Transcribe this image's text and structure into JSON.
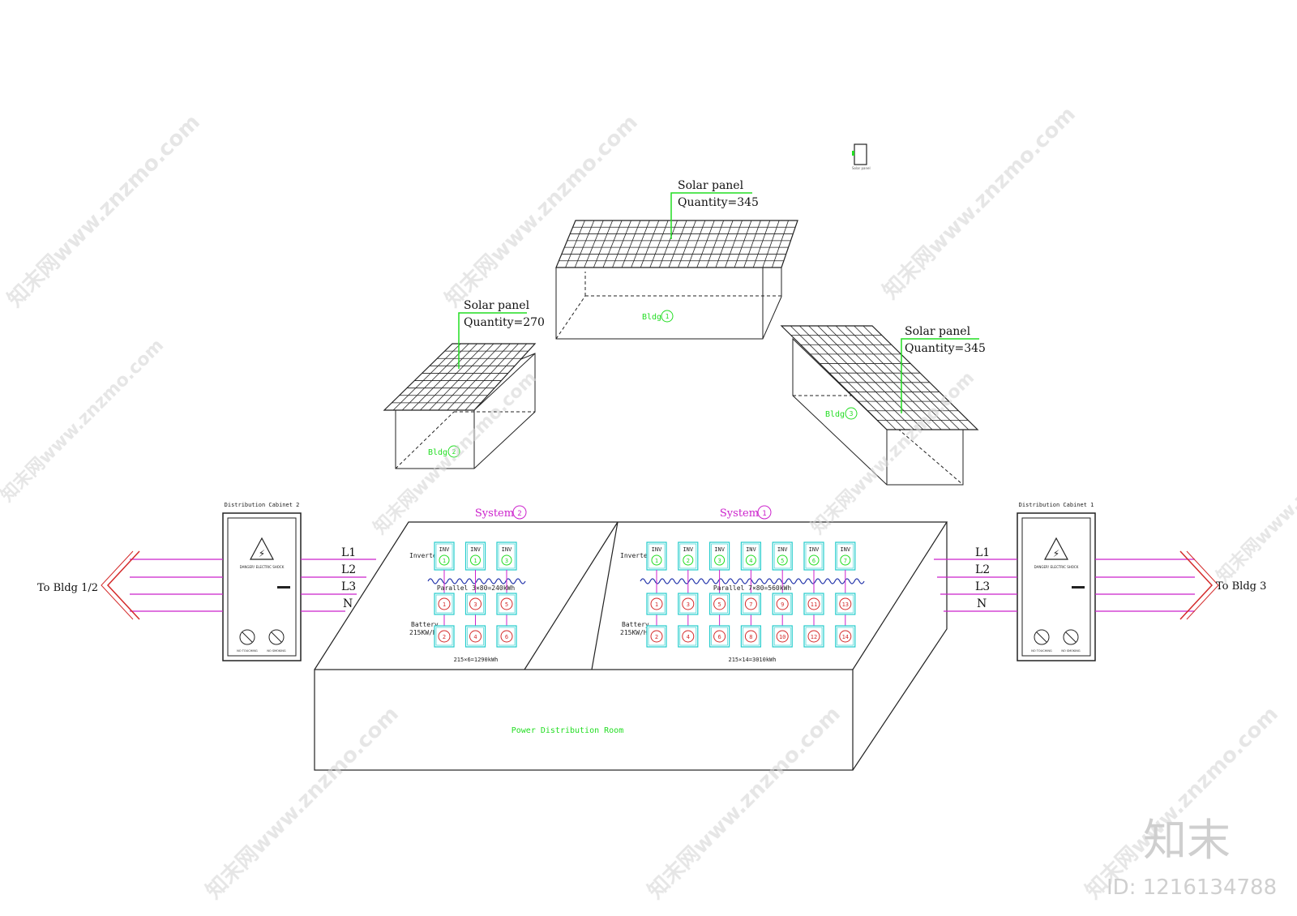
{
  "solar": {
    "bldg1": {
      "title": "Solar panel",
      "qty": "Quantity=345",
      "bldg_label": "Bldg",
      "bldg_num": "1"
    },
    "bldg2": {
      "title": "Solar panel",
      "qty": "Quantity=270",
      "bldg_label": "Bldg",
      "bldg_num": "2"
    },
    "bldg3": {
      "title": "Solar panel",
      "qty": "Quantity=345",
      "bldg_label": "Bldg",
      "bldg_num": "3"
    }
  },
  "legend": {
    "caption": "Solar panel"
  },
  "cabinets": {
    "left": {
      "title": "Distribution Cabinet 2",
      "warn": "DANGER! ELECTRIC SHOCK",
      "sign1": "NO TOUCHING",
      "sign2": "NO SMOKING"
    },
    "right": {
      "title": "Distribution Cabinet 1",
      "warn": "DANGER! ELECTRIC SHOCK",
      "sign1": "NO TOUCHING",
      "sign2": "NO SMOKING"
    }
  },
  "lines": {
    "left": [
      "L1",
      "L2",
      "L3",
      "N"
    ],
    "right": [
      "L1",
      "L2",
      "L3",
      "N"
    ]
  },
  "destinations": {
    "left": "To Bldg 1/2",
    "right": "To Bldg 3"
  },
  "system2": {
    "title": "System",
    "num": "2",
    "inverter_label": "Inverter",
    "battery_label": "Battery",
    "battery_rating": "215KW/H",
    "inv_tag": "INV",
    "inv_nums": [
      "1",
      "1",
      "3"
    ],
    "parallel": "Parallel 3×80=240kWh",
    "battery_top": [
      "1",
      "3",
      "5"
    ],
    "battery_bottom": [
      "2",
      "4",
      "6"
    ],
    "total": "215×6=1290kWh"
  },
  "system1": {
    "title": "System",
    "num": "1",
    "inverter_label": "Inverter",
    "battery_label": "Battery",
    "battery_rating": "215KW/H",
    "inv_tag": "INV",
    "inv_nums": [
      "1",
      "2",
      "3",
      "4",
      "5",
      "6",
      "7"
    ],
    "parallel": "Parallel 7×80=560kWh",
    "battery_top": [
      "1",
      "3",
      "5",
      "7",
      "9",
      "11",
      "13"
    ],
    "battery_bottom": [
      "2",
      "4",
      "6",
      "8",
      "10",
      "12",
      "14"
    ],
    "total": "215×14=3010kWh"
  },
  "room": {
    "label": "Power Distribution Room"
  },
  "watermark": {
    "site": "知末网www.znzmo.com",
    "brand": "知末",
    "id": "ID: 1216134788"
  },
  "colors": {
    "green": "#22dd22",
    "magenta": "#cc22cc",
    "cyan": "#22cccc",
    "red": "#d42a2a",
    "line": "#222222"
  }
}
